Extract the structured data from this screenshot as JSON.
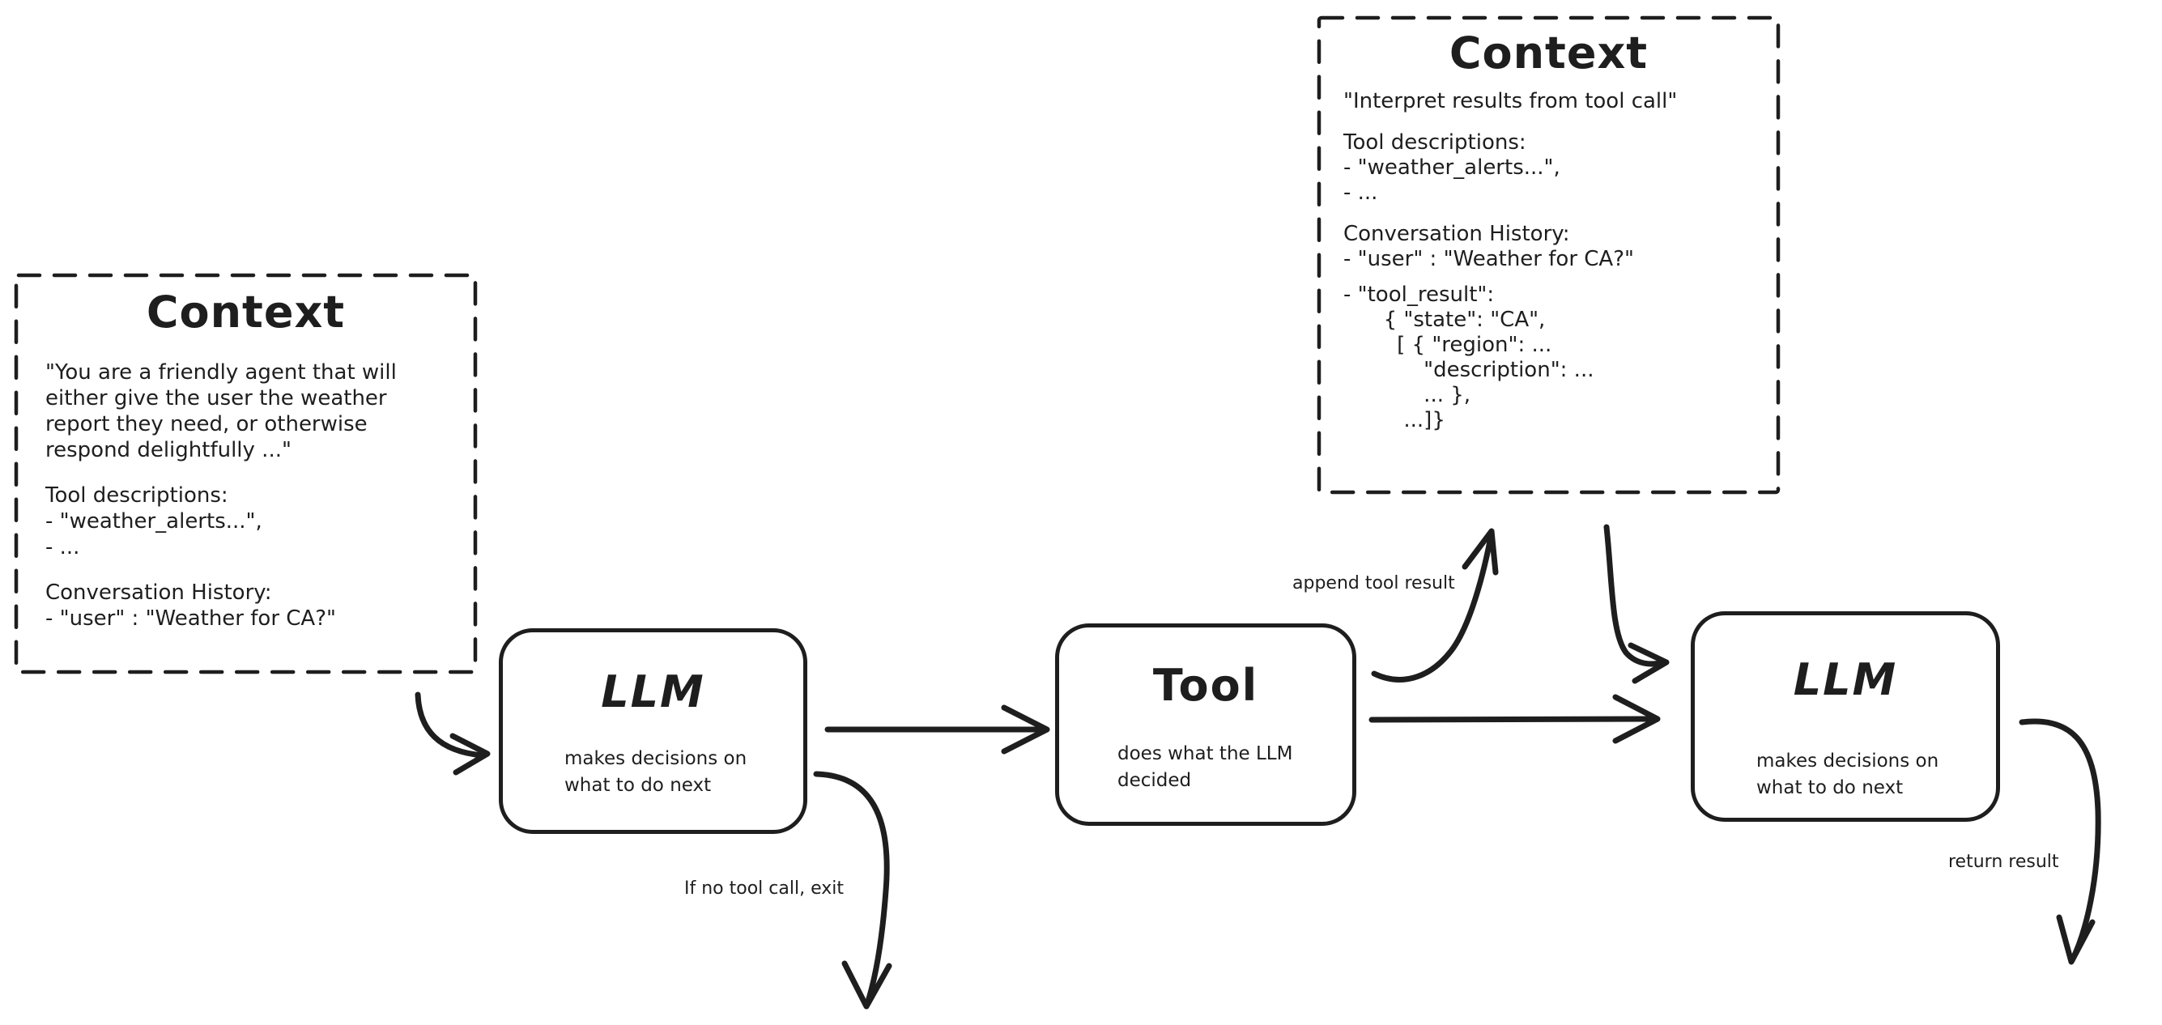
{
  "colors": {
    "ink": "#1e1e1e",
    "background": "#ffffff"
  },
  "context_left": {
    "title": "Context",
    "system_prompt": [
      "\"You are a friendly agent that will",
      "either give the user the weather",
      "report they need, or otherwise",
      "respond delightfully ...\""
    ],
    "tool_descriptions": [
      "Tool descriptions:",
      "- \"weather_alerts...\",",
      "- ..."
    ],
    "conversation_history": [
      "Conversation History:",
      "- \"user\" : \"Weather for CA?\""
    ]
  },
  "context_right": {
    "title": "Context",
    "instruction": "\"Interpret results from tool call\"",
    "tool_descriptions": [
      "Tool descriptions:",
      "- \"weather_alerts...\",",
      "- ..."
    ],
    "conversation_history": [
      "Conversation History:",
      "- \"user\" : \"Weather for CA?\""
    ],
    "tool_result": [
      "- \"tool_result\":",
      "      { \"state\": \"CA\",",
      "        [ { \"region\": ...",
      "            \"description\": ...",
      "            ... },",
      "         ...]}"
    ]
  },
  "nodes": {
    "llm1": {
      "title": "LLM",
      "subtitle": [
        "makes decisions on",
        "what to do next"
      ]
    },
    "tool": {
      "title": "Tool",
      "subtitle": [
        "does what the LLM",
        "decided"
      ]
    },
    "llm2": {
      "title": "LLM",
      "subtitle": [
        "makes decisions on",
        "what to do next"
      ]
    }
  },
  "edge_labels": {
    "append_tool_result": "append tool result",
    "no_tool_call_exit": "If no tool call, exit",
    "return_result": "return result"
  }
}
